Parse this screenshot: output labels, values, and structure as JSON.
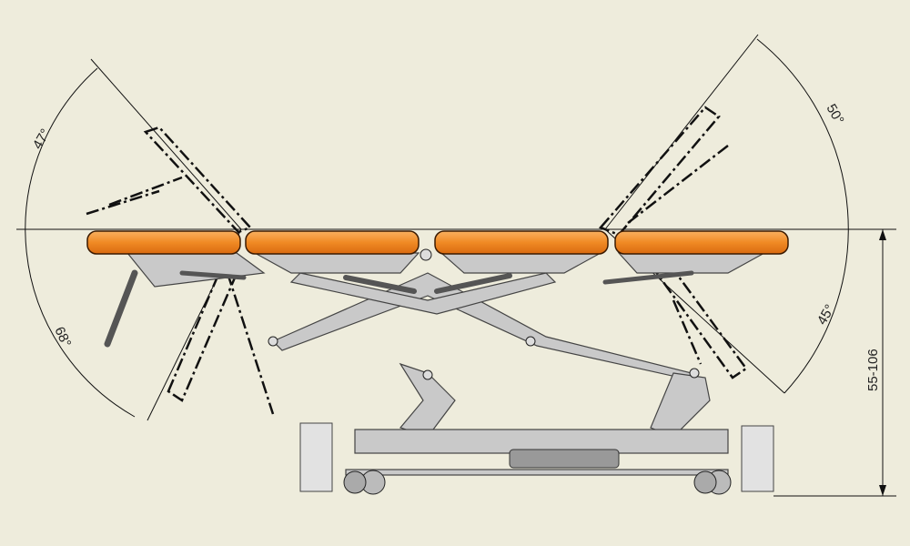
{
  "diagram": {
    "title_visible": false,
    "angles": {
      "head_up": "47°",
      "head_down": "68°",
      "foot_up": "50°",
      "foot_down": "45°"
    },
    "height_dimension": "55-106",
    "colors": {
      "background": "#eeecdc",
      "cushion": "#f08a24",
      "frame": "#c9c9c9",
      "line": "#111111"
    }
  }
}
